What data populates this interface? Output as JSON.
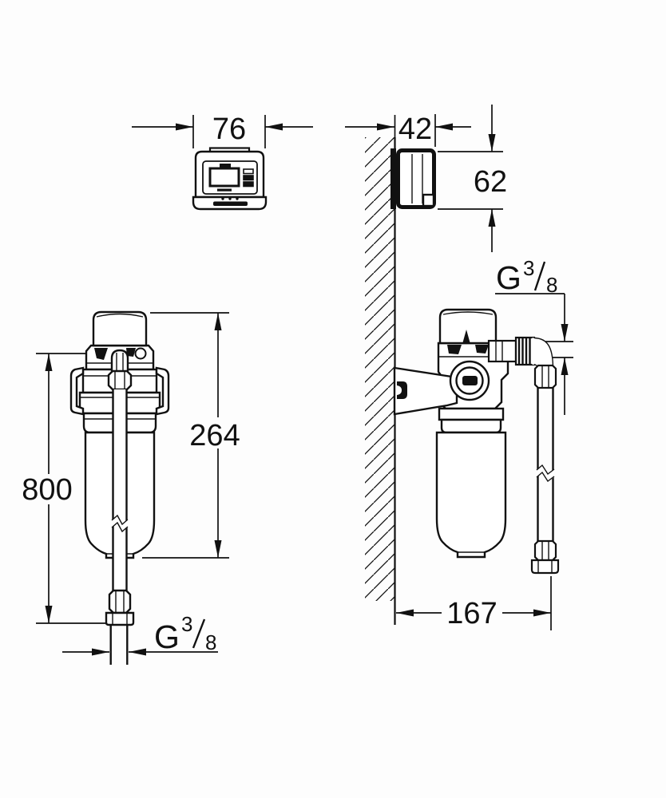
{
  "background": "#fdfdfd",
  "line_color": "#111111",
  "dimensions": {
    "display_width": {
      "value": "76"
    },
    "display_depth": {
      "value": "42"
    },
    "display_height": {
      "value": "62"
    },
    "filter_total_height": {
      "value": "800"
    },
    "filter_cartridge_height": {
      "value": "264"
    },
    "wall_to_hose_distance": {
      "value": "167"
    }
  },
  "thread_labels": {
    "outlet_top": {
      "letter": "G",
      "numerator": "3",
      "denominator": "8"
    },
    "hose_bottom": {
      "letter": "G",
      "numerator": "3",
      "denominator": "8"
    }
  }
}
